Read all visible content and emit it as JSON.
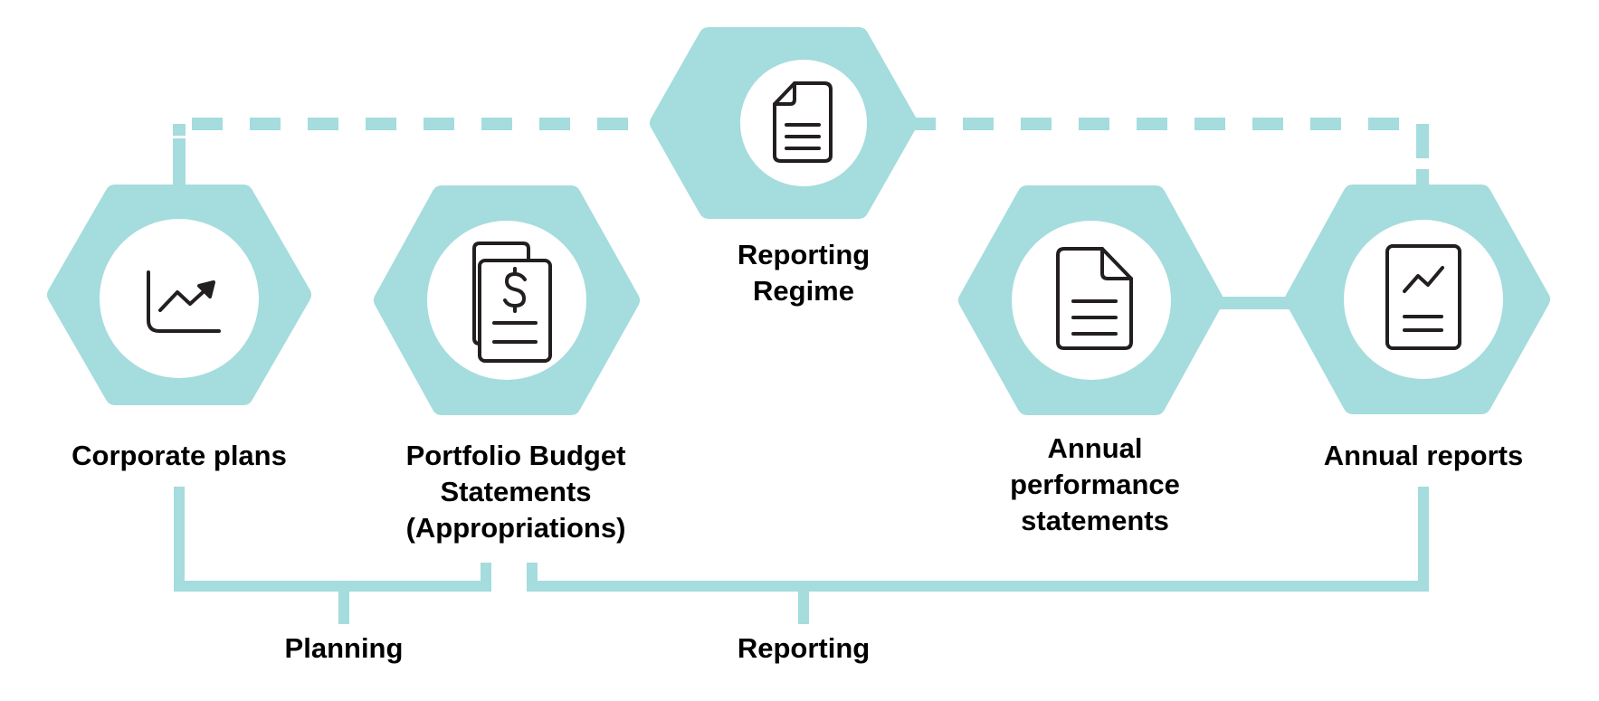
{
  "colors": {
    "accent": "#a5dcdd",
    "icon_stroke": "#231f20",
    "text": "#000000",
    "background": "#ffffff"
  },
  "nodes": [
    {
      "id": "reporting-regime",
      "label_lines": [
        "Reporting",
        "Regime"
      ],
      "icon": "document-icon"
    },
    {
      "id": "corporate-plans",
      "label_lines": [
        "Corporate plans"
      ],
      "icon": "line-chart-icon"
    },
    {
      "id": "portfolio-budget-statements",
      "label_lines": [
        "Portfolio Budget",
        "Statements",
        "(Appropriations)"
      ],
      "icon": "dollar-documents-icon"
    },
    {
      "id": "annual-performance-statements",
      "label_lines": [
        "Annual",
        "performance",
        "statements"
      ],
      "icon": "document-icon"
    },
    {
      "id": "annual-reports",
      "label_lines": [
        "Annual reports"
      ],
      "icon": "chart-report-icon"
    }
  ],
  "groups": {
    "planning": "Planning",
    "reporting": "Reporting"
  }
}
